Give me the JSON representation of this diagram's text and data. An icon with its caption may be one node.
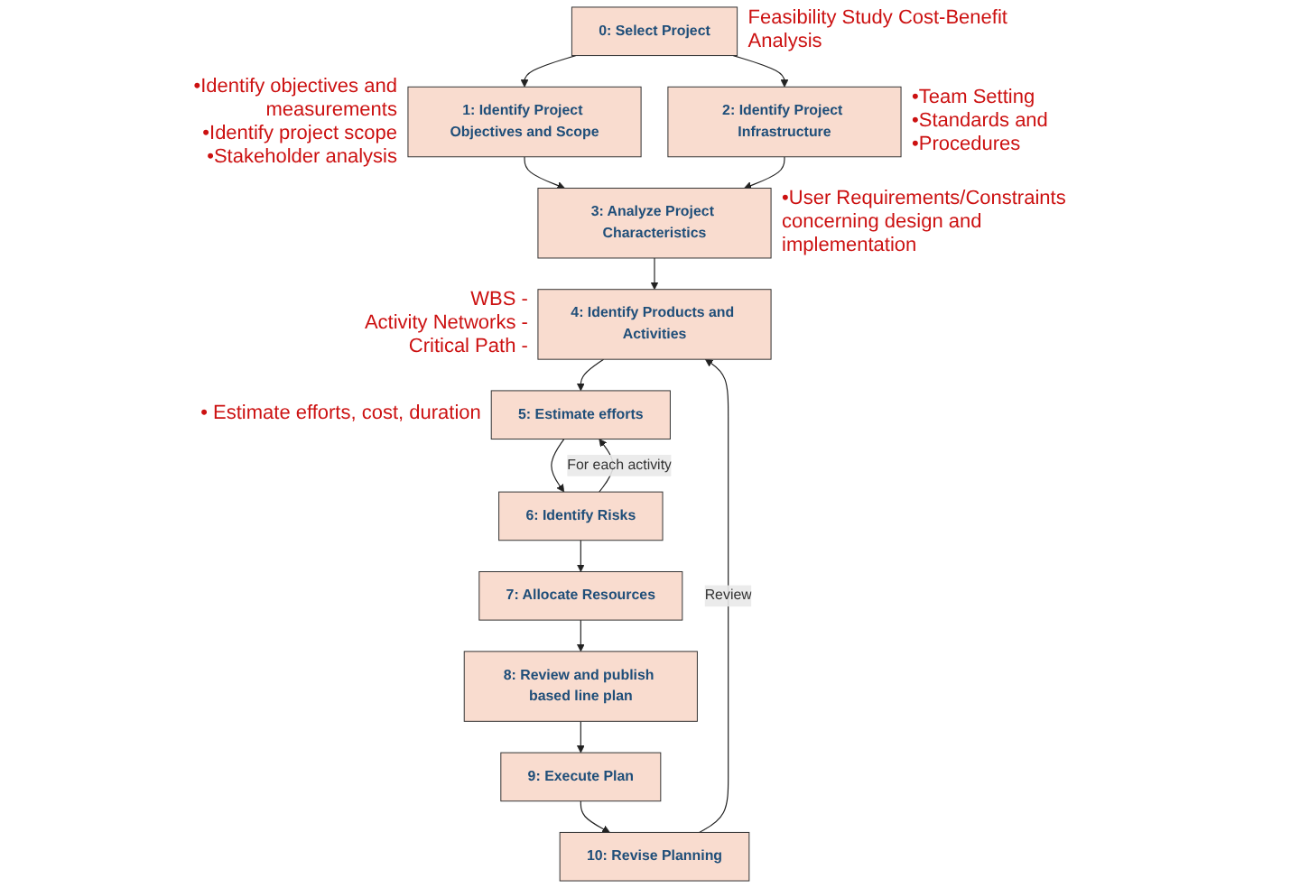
{
  "diagram": {
    "nodes": [
      {
        "text": [
          "0: Select Project"
        ],
        "beside": [
          "Feasibility Study Cost-Benefit Analysis"
        ]
      },
      {
        "text": [
          "1: Identify Project Objectives and Scope"
        ],
        "beside": [
          "•Identify objectives and measurements",
          "•Identify project scope",
          "•Stakeholder analysis"
        ]
      },
      {
        "text": [
          "2: Identify Project Infrastructure"
        ],
        "beside": [
          "•Team Setting",
          "•Standards and",
          "•Procedures"
        ]
      },
      {
        "text": [
          "3: Analyze Project Characteristics"
        ],
        "beside": [
          "•User Requirements/Constraints concerning design and implementation"
        ]
      },
      {
        "text": [
          "4: Identify Products and Activities"
        ],
        "beside": [
          "WBS -",
          "Activity Networks -",
          "Critical Path -"
        ]
      },
      {
        "text": [
          "5: Estimate efforts"
        ],
        "beside": [
          "• Estimate efforts, cost, duration"
        ]
      },
      {
        "text": [
          "6: Identify Risks"
        ]
      },
      {
        "text": [
          "7: Allocate Resources"
        ]
      },
      {
        "text": [
          "8: Review and publish based line plan"
        ]
      },
      {
        "text": [
          "9: Execute Plan"
        ]
      },
      {
        "text": [
          "10: Revise Planning"
        ]
      }
    ],
    "edges": [
      {
        "from": 0,
        "to": 1,
        "arrow": "to"
      },
      {
        "from": 0,
        "to": 2,
        "arrow": "to"
      },
      {
        "from": 1,
        "to": 3,
        "arrow": "to"
      },
      {
        "from": 2,
        "to": 3,
        "arrow": "to"
      },
      {
        "from": 3,
        "to": 4,
        "arrow": "to"
      },
      {
        "from": 4,
        "to": 5,
        "arrow": "to"
      },
      {
        "from": 5,
        "to": 6,
        "arrow": "to"
      },
      {
        "from": 6,
        "to": 5,
        "arrow": "to",
        "label": "For each activity"
      },
      {
        "from": 6,
        "to": 7,
        "arrow": "to"
      },
      {
        "from": 7,
        "to": 8,
        "arrow": "to"
      },
      {
        "from": 8,
        "to": 9,
        "arrow": "to"
      },
      {
        "from": 9,
        "to": 10,
        "arrow": "to"
      },
      {
        "from": 10,
        "to": 4,
        "arrow": "to",
        "label": "Review"
      }
    ]
  }
}
